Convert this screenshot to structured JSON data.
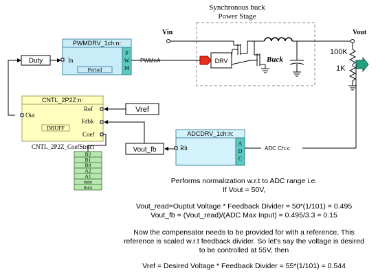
{
  "power_stage": {
    "title_line1": "Synchronous buck",
    "title_line2": "Power Stage",
    "buck_label": "Buck",
    "drv_label": "DRV"
  },
  "nodes": {
    "vin": "Vin",
    "vout": "Vout",
    "r_top": "100K",
    "r_bottom": "1K"
  },
  "blocks": {
    "pwmdrv": {
      "title": "PWMDRV_1ch:n:",
      "input": "In",
      "param": "Period",
      "side_letters": [
        "P",
        "W",
        "M"
      ],
      "output_signal": "PWMnA"
    },
    "cntl": {
      "title": "CNTL_2P2Z:n:",
      "out": "Out",
      "ref": "Ref",
      "fdbk": "Fdbk",
      "coef": "Coef",
      "dbuff": "DBUFF",
      "struct_label": "CNTL_2P2Z_CoefStruct",
      "coefs": [
        "B2",
        "B1",
        "B0",
        "A2",
        "A1",
        "min",
        "max"
      ]
    },
    "adcdrv": {
      "title": "ADCDRV_1ch:n:",
      "rlt": "Rlt",
      "side_letters": [
        "A",
        "D",
        "C"
      ],
      "input_signal": "ADC Ch:x:"
    }
  },
  "signals": {
    "duty": "Duty",
    "vref": "Vref",
    "vout_fb": "Vout_fb"
  },
  "notes": [
    "Performs normalization w.r.t to ADC range i.e.",
    "If Vout = 50V,",
    "Vout_read=Ouptut Voltage * Feedback Divider = 50*(1/101)  = 0.495",
    "Vout_fb = (Vout_read)/(ADC Max Input) = 0.495/3.3 = 0.15",
    "Now the compensator needs to be provided for with a reference, This",
    "reference is scaled w.r.t feedback divider. So let's say the voltage is desired",
    "to be controlled at 55V, then",
    "Vref = Desired Voltage * Feedback Divider = 55*(1/101) = 0.544"
  ],
  "colors": {
    "pwm_block": "#c8ecf8",
    "pwm_side": "#5cc8c0",
    "adc_block": "#d4f2fb",
    "adc_side": "#5cc8c0",
    "cntl_block": "#ffffc0",
    "coef_block": "#b8e8b0",
    "input_arrow": "#e83020",
    "output_arrow": "#20a080"
  }
}
